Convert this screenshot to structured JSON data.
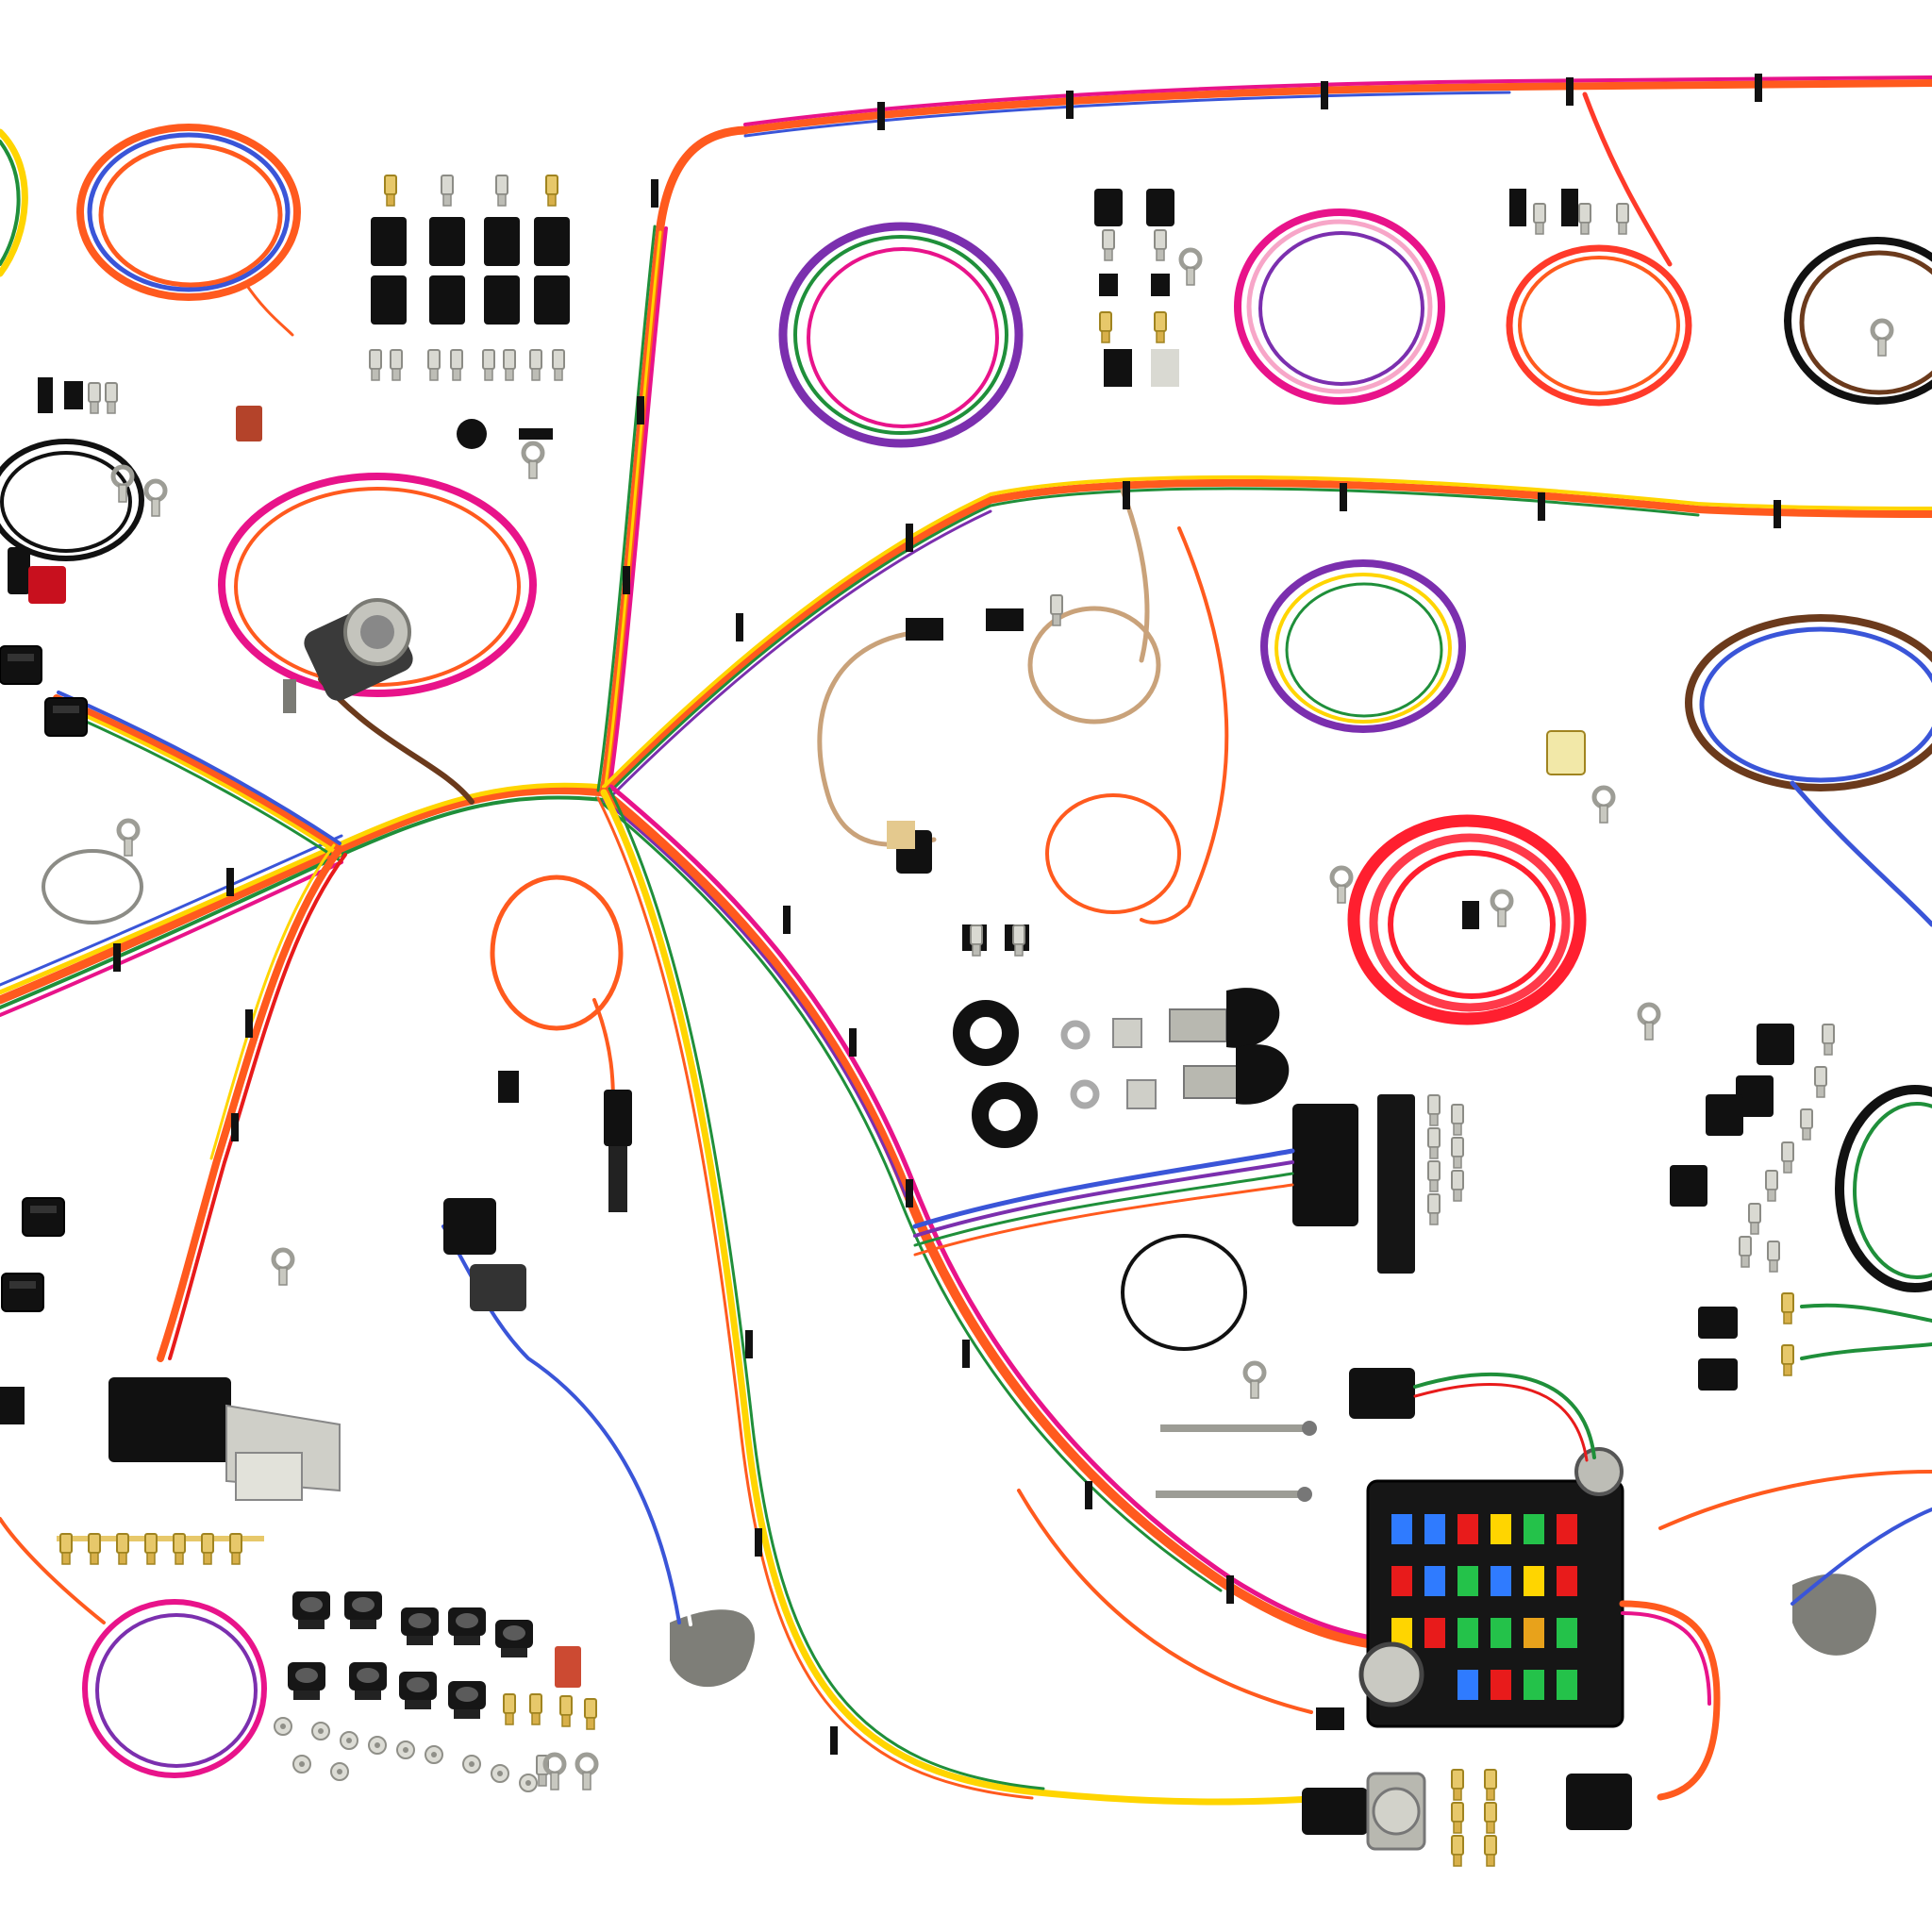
{
  "photo": {
    "background": "#ffffff",
    "subject": "wiring-harness-kit",
    "wire_colors": [
      "#ff5a1e",
      "#e8138a",
      "#ffd500",
      "#1f8f3a",
      "#3a55d8",
      "#7b2fae",
      "#6b3a1c",
      "#111111",
      "#ffffff",
      "#e81b1b",
      "#f7a6c8",
      "#c9a27a"
    ]
  },
  "icons": {
    "fuse-block": "fuse-block",
    "terminal": "crimp-terminal",
    "connector": "plug-connector",
    "relay": "relay-socket",
    "bulb-socket": "bulb-socket",
    "ring-terminal": "ring-terminal",
    "screw": "screw"
  }
}
